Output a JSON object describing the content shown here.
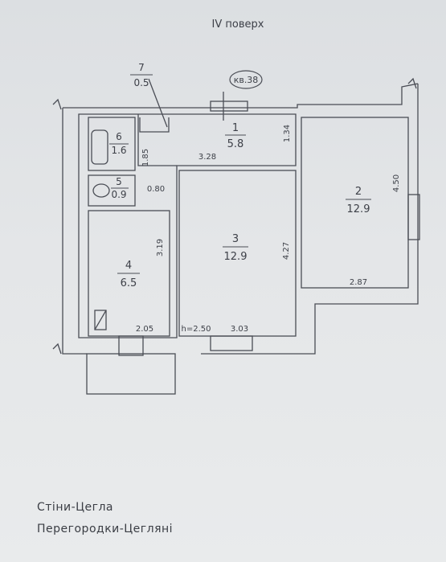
{
  "floor_label": "IV поверх",
  "apartment_label": "кв.38",
  "rooms": [
    {
      "id": "1",
      "area": "5.8"
    },
    {
      "id": "2",
      "area": "12.9"
    },
    {
      "id": "3",
      "area": "12.9"
    },
    {
      "id": "4",
      "area": "6.5"
    },
    {
      "id": "5",
      "area": "0.9"
    },
    {
      "id": "6",
      "area": "1.6"
    },
    {
      "id": "7",
      "area": "0.5"
    }
  ],
  "dimensions": {
    "d_134": "1.34",
    "d_328": "3.28",
    "d_185": "1.85",
    "d_080": "0.80",
    "d_319": "3.19",
    "d_427": "4.27",
    "d_450": "4.50",
    "d_287": "2.87",
    "d_205": "2.05",
    "d_303": "3.03"
  },
  "ceiling_height": "h=2.50",
  "legend": {
    "walls": "Стіни-Цегла",
    "partitions": "Перегородки-Цегляні"
  },
  "colors": {
    "line": "#4a4d55",
    "paper": "#e2e4e6"
  }
}
